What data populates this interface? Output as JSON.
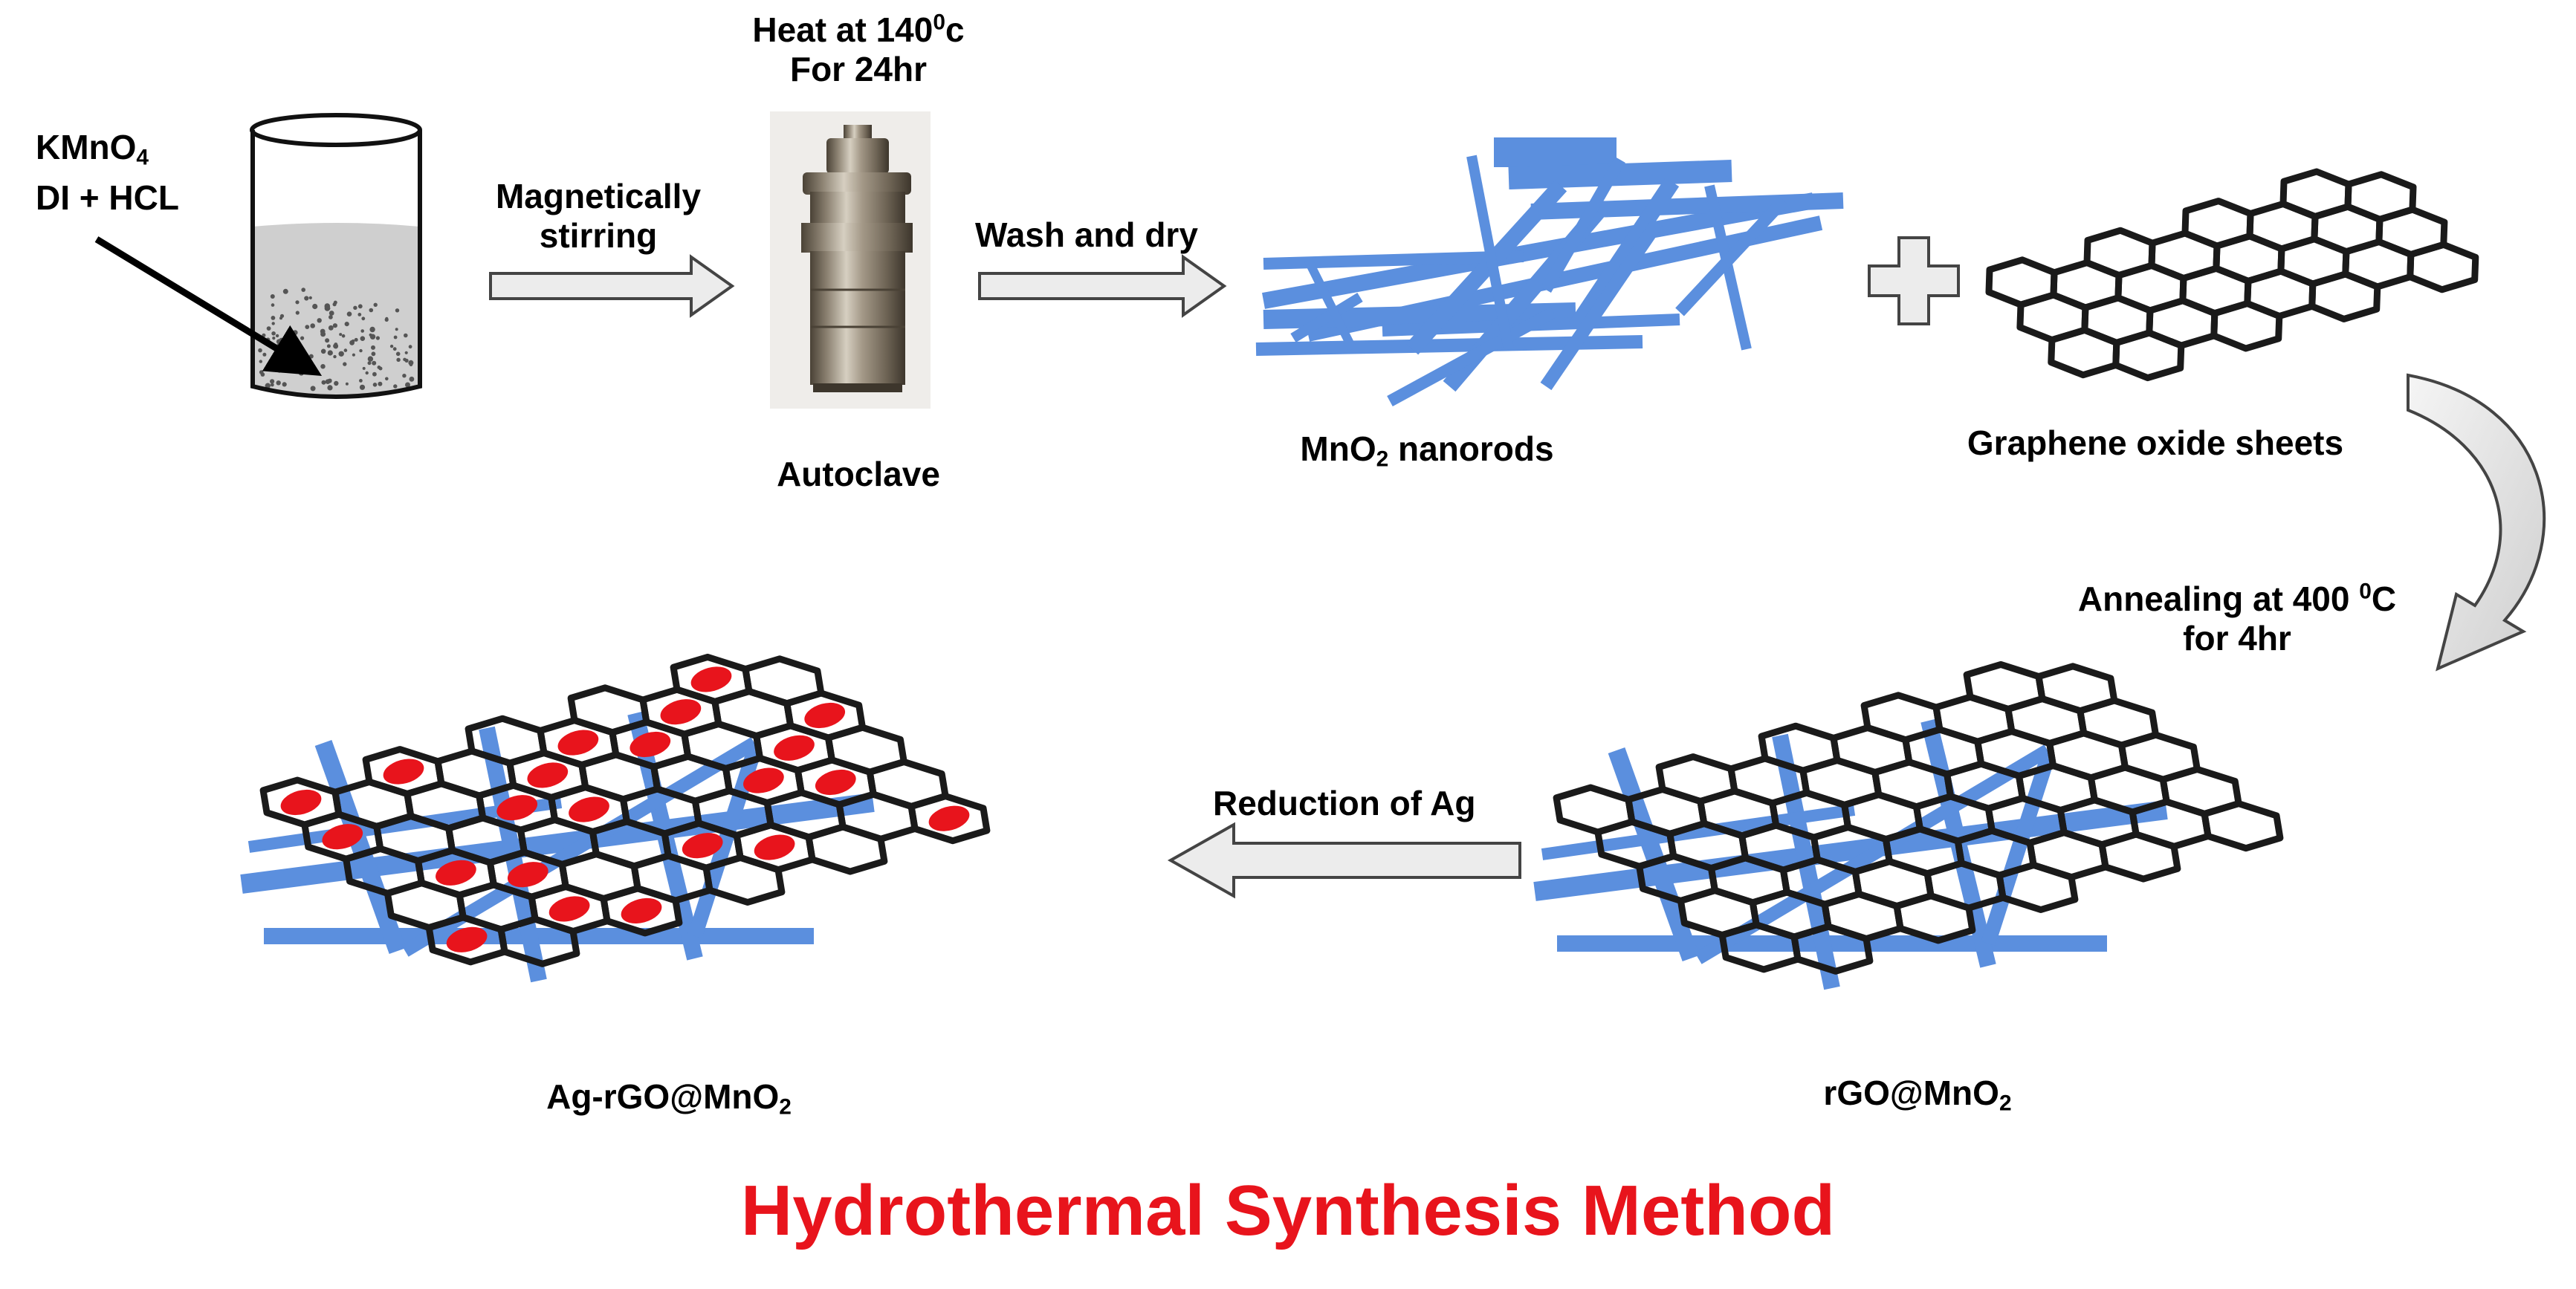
{
  "title": {
    "text": "Hydrothermal Synthesis Method",
    "color": "#e8141c"
  },
  "colors": {
    "nanorod": "#5b8fde",
    "nanorod_stroke": "#3f72c4",
    "graphene_stroke": "#1a1a1a",
    "silver_particle": "#e8141c",
    "arrow_fill": "#ececec",
    "arrow_stroke": "#444444",
    "solution": "#cfcfcf"
  },
  "reagents": {
    "kmno4_main": "KMnO",
    "kmno4_sub": "4",
    "di_hcl": "DI + HCL"
  },
  "steps": {
    "stirring_line1": "Magnetically",
    "stirring_line2": "stirring",
    "heat_line1_main": "Heat at 140",
    "heat_line1_sup": "0",
    "heat_line1_end": "c",
    "heat_line2": "For 24hr",
    "wash_dry": "Wash and dry",
    "annealing_line1_main": "Annealing at 400 ",
    "annealing_line1_sup": "0",
    "annealing_line1_end": "C",
    "annealing_line2": "for 4hr",
    "reduction": "Reduction of Ag"
  },
  "products": {
    "autoclave": "Autoclave",
    "mno2_main": "MnO",
    "mno2_sub": "2",
    "mno2_end": " nanorods",
    "graphene_oxide": "Graphene oxide sheets",
    "rgo_main": "rGO@MnO",
    "rgo_sub": "2",
    "ag_main": "Ag-rGO@MnO",
    "ag_sub": "2"
  },
  "icons": [
    "beaker-icon",
    "autoclave-icon",
    "plus-icon",
    "curved-arrow-icon",
    "block-arrow-icon"
  ]
}
